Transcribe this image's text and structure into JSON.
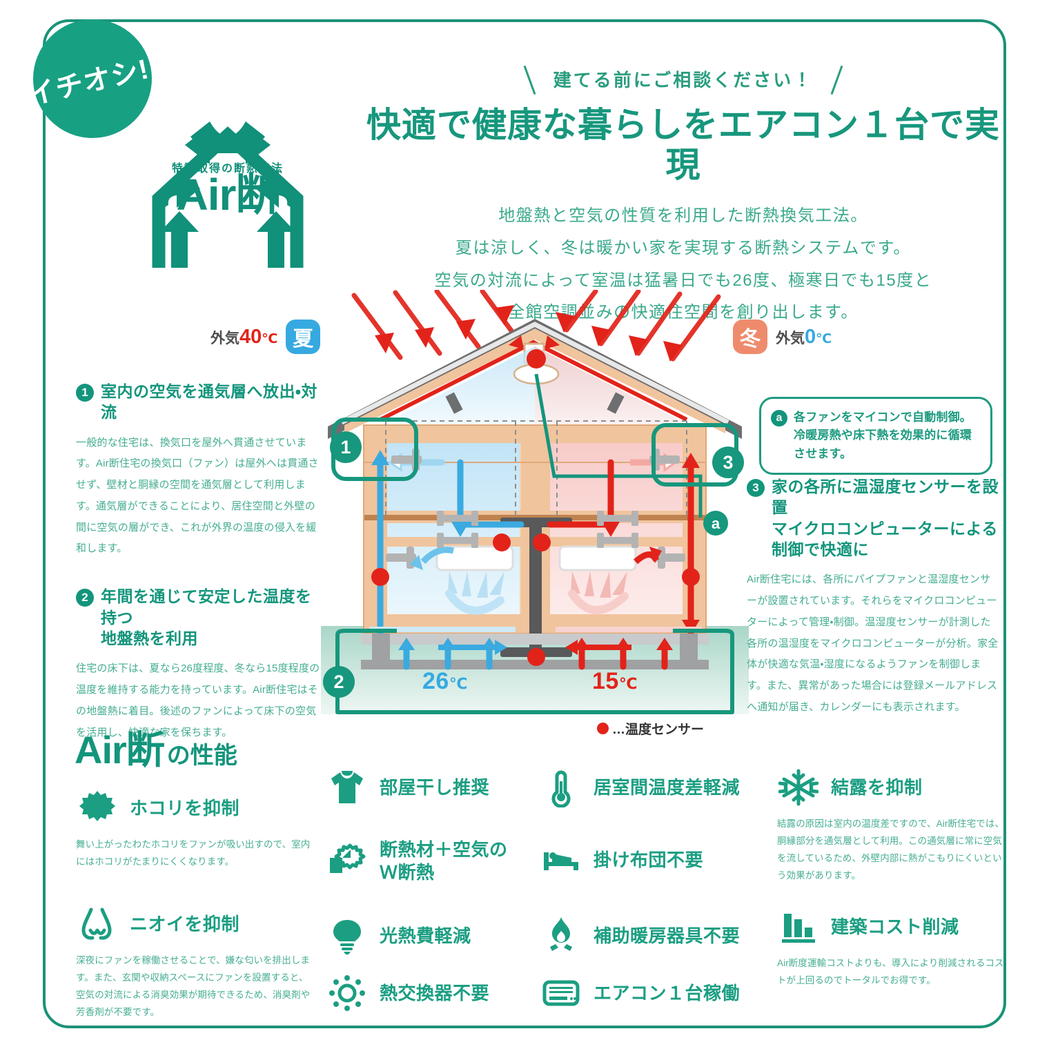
{
  "badge": {
    "label": "イチオシ!!"
  },
  "logo": {
    "sub": "特許取得の断熱工法",
    "main_air": "Air",
    "main_dan": "断"
  },
  "header": {
    "kicker": "建てる前にご相談ください！",
    "title": "快適で健康な暮らしをエアコン１台で実現",
    "lead": [
      "地盤熱と空気の性質を利用した断熱換気工法。",
      "夏は涼しく、冬は暖かい家を実現する断熱システムです。",
      "空気の対流によって室温は猛暑日でも26度、極寒日でも15度と",
      "全館空調並みの快適住空間を創り出します。"
    ]
  },
  "seasons": {
    "summer": {
      "badge": "夏",
      "outside_label": "外気",
      "outside_temp": "40",
      "unit": "℃"
    },
    "winter": {
      "badge": "冬",
      "outside_label": "外気",
      "outside_temp": "0",
      "unit": "℃"
    }
  },
  "left_points": [
    {
      "num": "1",
      "title": "室内の空気を通気層へ放出・対流",
      "body": "一般的な住宅は、換気口を屋外へ貫通させています。Air断住宅の換気口（ファン）は屋外へは貫通させず、壁材と胴縁の空間を通気層として利用します。通気層ができることにより、居住空間と外壁の間に空気の層ができ、これが外界の温度の侵入を緩和します。"
    },
    {
      "num": "2",
      "title": "年間を通じて安定した温度を持つ\n地盤熱を利用",
      "body": "住宅の床下は、夏なら26度程度、冬なら15度程度の温度を維持する能力を持っています。Air断住宅はその地盤熱に着目。後述のファンによって床下の空気を活用し、快適な家を保ちます。"
    }
  ],
  "callout_a": {
    "badge": "a",
    "text": "各ファンをマイコンで自動制御。冷暖房熱や床下熱を効果的に循環させます。"
  },
  "right_point": {
    "num": "3",
    "title": "家の各所に温湿度センサーを設置\nマイクロコンピューターによる\n制御で快適に",
    "body": "Air断住宅には、各所にパイプファンと温湿度センサーが設置されています。それらをマイクロコンピューターによって管理・制御。温湿度センサーが計測した各所の温湿度をマイクロコンピューターが分析。家全体が快適な気温・湿度になるようファンを制御します。また、異常があった場合には登録メールアドレスへ通知が届き、カレンダーにも表示されます。"
  },
  "diagram": {
    "ground_marker": "2",
    "left_marker": "1",
    "right_marker": "3",
    "fan_marker": "a",
    "temp_cool": "26",
    "temp_warm": "15",
    "unit": "℃",
    "sensor_legend": "…温度センサー"
  },
  "performance": {
    "title_logo": "Air断",
    "title_suffix": "の性能",
    "column1": [
      {
        "icon": "dust-icon",
        "label": "ホコリを抑制",
        "body": "舞い上がったわたホコリをファンが吸い出すので、室内にはホコリがたまりにくくなります。"
      },
      {
        "icon": "nose-icon",
        "label": "ニオイを抑制",
        "body": "深夜にファンを稼働させることで、嫌な匂いを排出します。また、玄関や収納スペースにファンを設置すると、空気の対流による消臭効果が期待できるため、消臭剤や芳香剤が不要です。"
      }
    ],
    "column2": [
      {
        "icon": "shirt-icon",
        "label": "部屋干し推奨"
      },
      {
        "icon": "insulation-icon",
        "label": "断熱材＋空気の\nＷ断熱"
      },
      {
        "icon": "bulb-icon",
        "label": "光熱費軽減"
      },
      {
        "icon": "sun-icon",
        "label": "熱交換器不要"
      }
    ],
    "column3": [
      {
        "icon": "thermometer-icon",
        "label": "居室間温度差軽減"
      },
      {
        "icon": "bed-icon",
        "label": "掛け布団不要"
      },
      {
        "icon": "flame-icon",
        "label": "補助暖房器具不要"
      },
      {
        "icon": "aircon-icon",
        "label": "エアコン１台稼働"
      }
    ],
    "column4": [
      {
        "icon": "snowflake-icon",
        "label": "結露を抑制",
        "body": "結露の原因は室内の温度差ですので、Air断住宅では、胴縁部分を通気層として利用。この通気層に常に空気を流しているため、外壁内部に熱がこもりにくいという効果があります。"
      },
      {
        "icon": "barchart-icon",
        "label": "建築コスト削減",
        "body": "Air断度運輸コストよりも、導入により削減されるコストが上回るのでトータルでお得です。"
      }
    ]
  },
  "colors": {
    "brand_green": "#13957c",
    "light_green": "#45ad92",
    "hot_red": "#e2231a",
    "cold_blue": "#36a9e1",
    "winter_badge": "#ef8b6d"
  }
}
